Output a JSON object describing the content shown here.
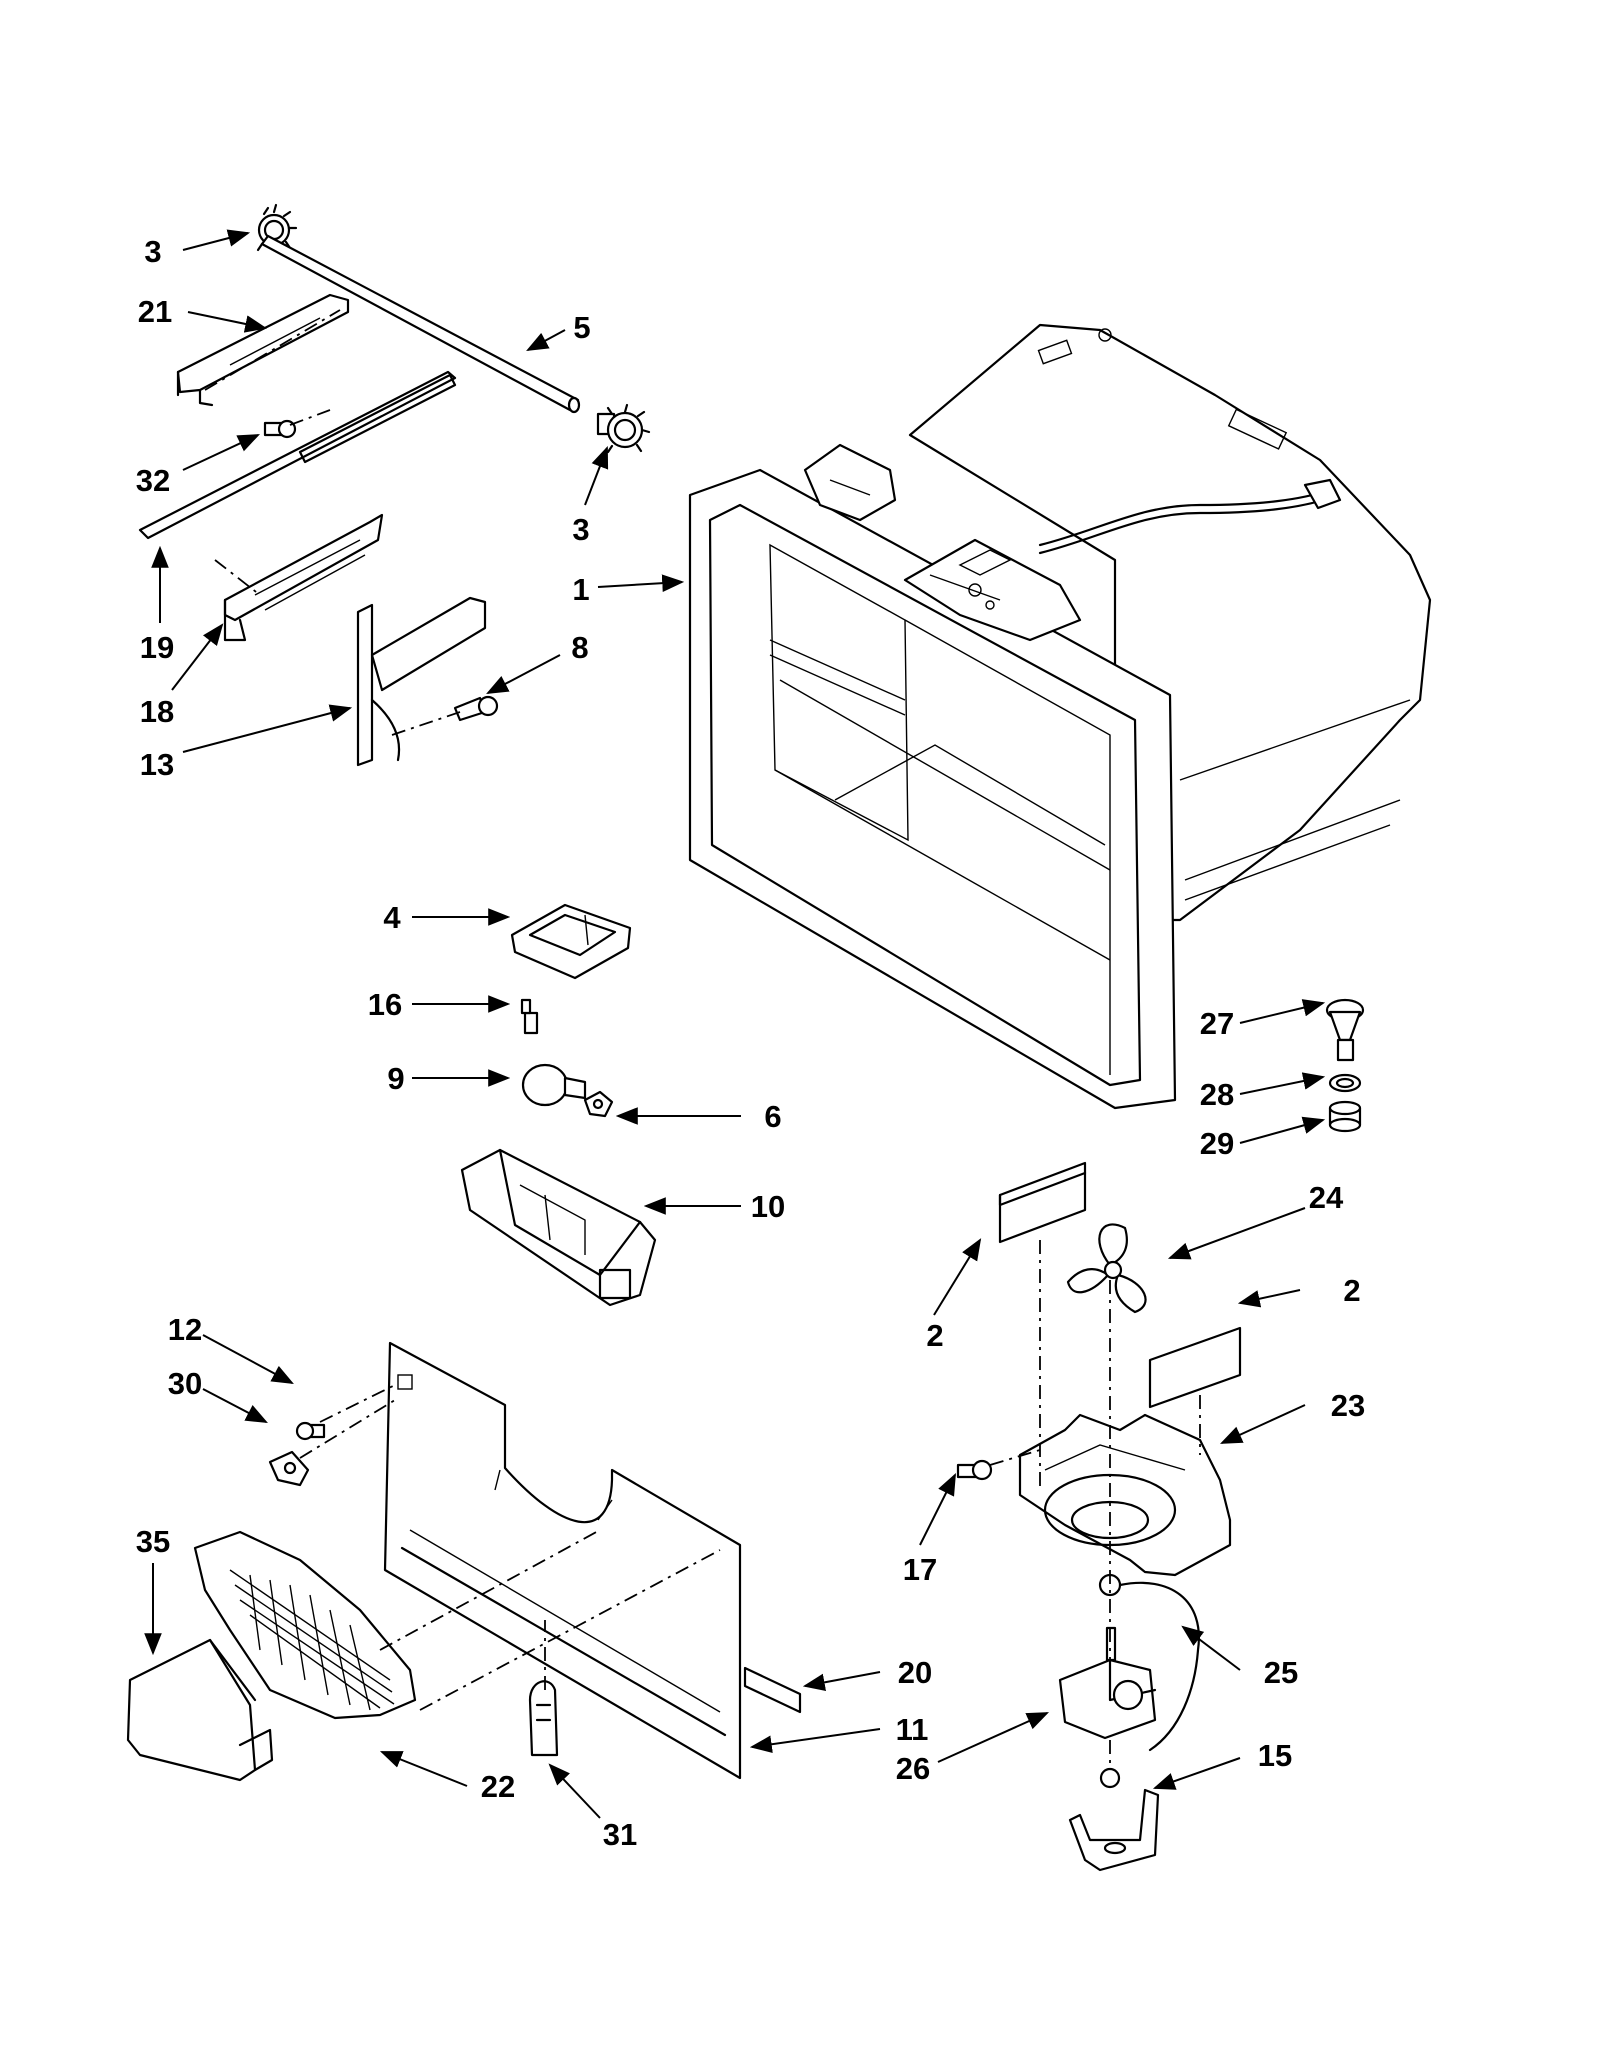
{
  "callouts": [
    {
      "id": "c3a",
      "text": "3"
    },
    {
      "id": "c21",
      "text": "21"
    },
    {
      "id": "c5",
      "text": "5"
    },
    {
      "id": "c32",
      "text": "32"
    },
    {
      "id": "c3b",
      "text": "3"
    },
    {
      "id": "c1",
      "text": "1"
    },
    {
      "id": "c19",
      "text": "19"
    },
    {
      "id": "c8",
      "text": "8"
    },
    {
      "id": "c18",
      "text": "18"
    },
    {
      "id": "c13",
      "text": "13"
    },
    {
      "id": "c4",
      "text": "4"
    },
    {
      "id": "c16",
      "text": "16"
    },
    {
      "id": "c27",
      "text": "27"
    },
    {
      "id": "c28",
      "text": "28"
    },
    {
      "id": "c9",
      "text": "9"
    },
    {
      "id": "c6",
      "text": "6"
    },
    {
      "id": "c29",
      "text": "29"
    },
    {
      "id": "c24",
      "text": "24"
    },
    {
      "id": "c10",
      "text": "10"
    },
    {
      "id": "c2a",
      "text": "2"
    },
    {
      "id": "c12",
      "text": "12"
    },
    {
      "id": "c2b",
      "text": "2"
    },
    {
      "id": "c30",
      "text": "30"
    },
    {
      "id": "c23",
      "text": "23"
    },
    {
      "id": "c35",
      "text": "35"
    },
    {
      "id": "c17",
      "text": "17"
    },
    {
      "id": "c20",
      "text": "20"
    },
    {
      "id": "c25",
      "text": "25"
    },
    {
      "id": "c11",
      "text": "11"
    },
    {
      "id": "c26",
      "text": "26"
    },
    {
      "id": "c15",
      "text": "15"
    },
    {
      "id": "c22",
      "text": "22"
    },
    {
      "id": "c31",
      "text": "31"
    }
  ]
}
